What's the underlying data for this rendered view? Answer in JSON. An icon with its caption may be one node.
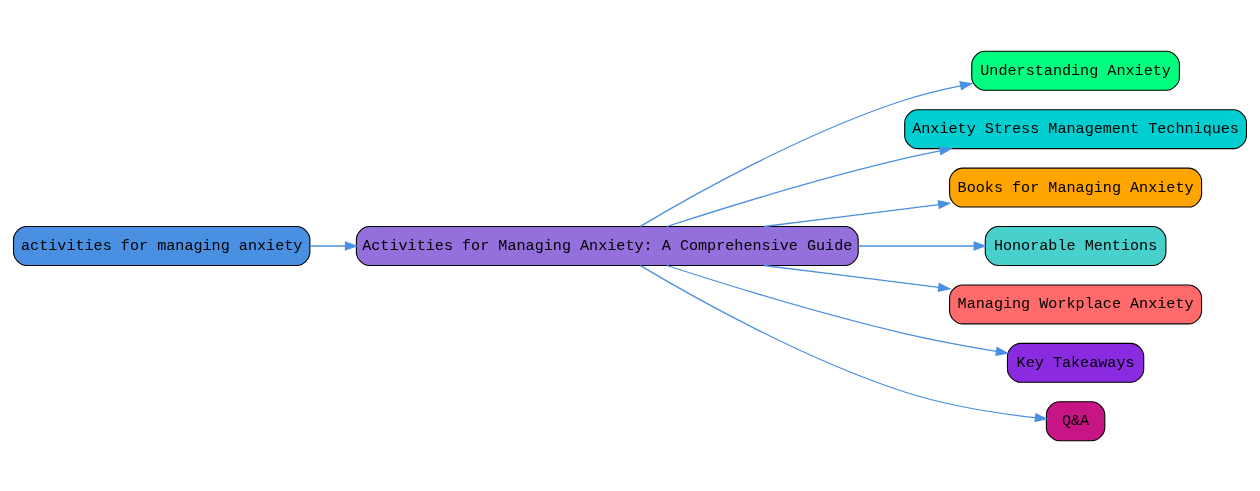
{
  "diagram": {
    "nodes": [
      {
        "text": [
          "activities for managing anxiety"
        ]
      },
      {
        "text": [
          "Activities for Managing Anxiety: A Comprehensive Guide"
        ]
      },
      {
        "text": [
          "Understanding Anxiety"
        ]
      },
      {
        "text": [
          "Anxiety Stress Management Techniques"
        ]
      },
      {
        "text": [
          "Books for Managing Anxiety"
        ]
      },
      {
        "text": [
          "Honorable Mentions"
        ]
      },
      {
        "text": [
          "Managing Workplace Anxiety"
        ]
      },
      {
        "text": [
          "Key Takeaways"
        ]
      },
      {
        "text": [
          "Q&A"
        ]
      }
    ],
    "edges": [
      {
        "from": 0,
        "to": 1,
        "arrow": "to"
      },
      {
        "from": 1,
        "to": 2,
        "arrow": "to"
      },
      {
        "from": 1,
        "to": 3,
        "arrow": "to"
      },
      {
        "from": 1,
        "to": 4,
        "arrow": "to"
      },
      {
        "from": 1,
        "to": 5,
        "arrow": "to"
      },
      {
        "from": 1,
        "to": 6,
        "arrow": "to"
      },
      {
        "from": 1,
        "to": 7,
        "arrow": "to"
      },
      {
        "from": 1,
        "to": 8,
        "arrow": "to"
      }
    ]
  }
}
